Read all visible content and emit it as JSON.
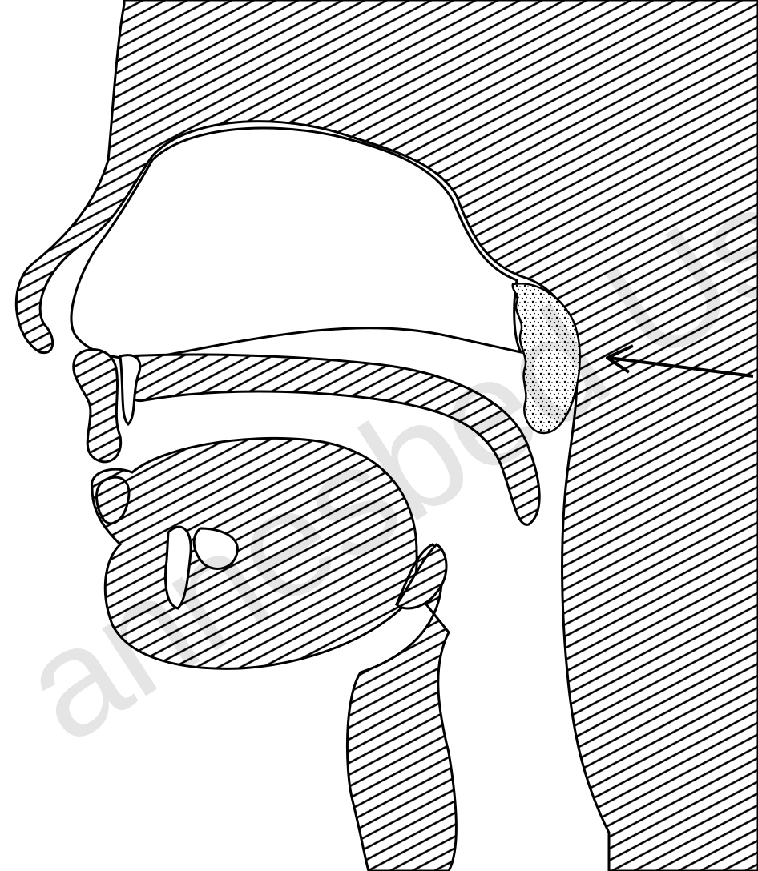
{
  "figure": {
    "subject": "sagittal section of head, nose, mouth and throat",
    "highlighted_structure_texture": "stippled",
    "arrow_target": "adenoid region",
    "colors": {
      "ink": "#000000",
      "paper": "#ffffff"
    }
  },
  "watermark": {
    "text": "annesbed Usedom GmbH"
  }
}
